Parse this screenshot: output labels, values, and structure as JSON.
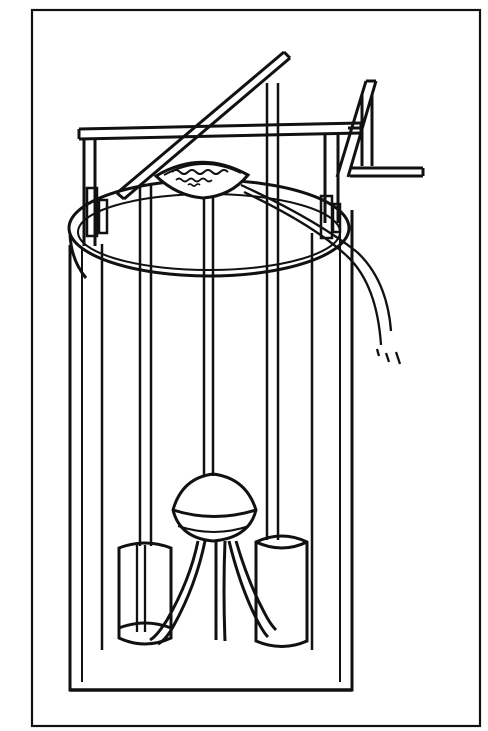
{
  "figure": {
    "style": "black line drawing on white background",
    "colors": {
      "ink": "#111111",
      "paper": "#ffffff"
    },
    "parts": [
      {
        "name": "outer-frame"
      },
      {
        "name": "tall-vessel"
      },
      {
        "name": "top-ring"
      },
      {
        "name": "crossbar"
      },
      {
        "name": "tilted-rod"
      },
      {
        "name": "top-bowl"
      },
      {
        "name": "water-stream"
      },
      {
        "name": "bracket"
      },
      {
        "name": "left-cylinder"
      },
      {
        "name": "right-cylinder"
      },
      {
        "name": "sphere"
      },
      {
        "name": "tubes"
      }
    ]
  }
}
